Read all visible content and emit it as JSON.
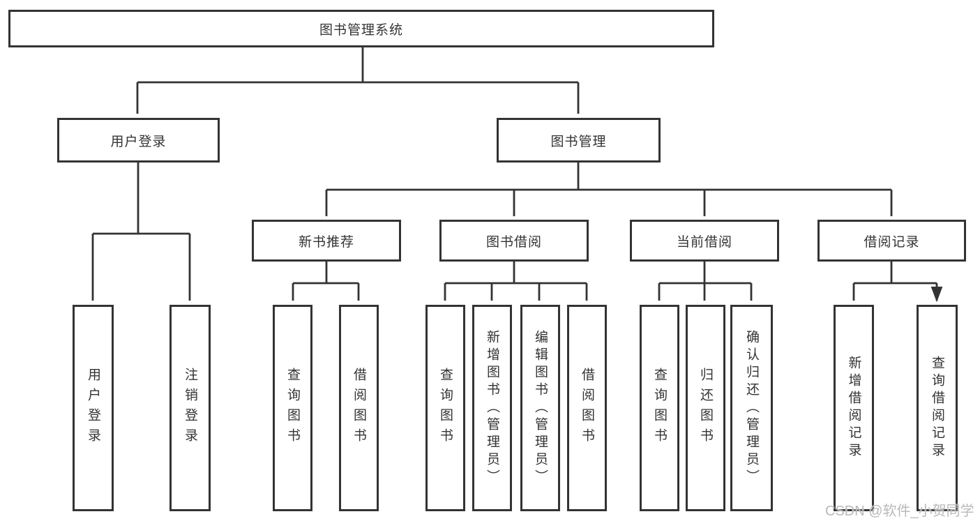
{
  "tree": {
    "root": {
      "label": "图书管理系统"
    },
    "branches": [
      {
        "label": "用户登录",
        "children": [
          {
            "label": "用户登录"
          },
          {
            "label": "注销登录"
          }
        ]
      },
      {
        "label": "图书管理",
        "children": [
          {
            "label": "新书推荐",
            "children": [
              {
                "label": "查询图书"
              },
              {
                "label": "借阅图书"
              }
            ]
          },
          {
            "label": "图书借阅",
            "children": [
              {
                "label": "查询图书"
              },
              {
                "label": "新增图书（管理员）"
              },
              {
                "label": "编辑图书（管理员）"
              },
              {
                "label": "借阅图书"
              }
            ]
          },
          {
            "label": "当前借阅",
            "children": [
              {
                "label": "查询图书"
              },
              {
                "label": "归还图书"
              },
              {
                "label": "确认归还（管理员）"
              }
            ]
          },
          {
            "label": "借阅记录",
            "children": [
              {
                "label": "新增借阅记录"
              },
              {
                "label": "查询借阅记录"
              }
            ]
          }
        ]
      }
    ]
  },
  "watermark": {
    "text": "CSDN @软件_小贺同学"
  },
  "colors": {
    "line": "#333333",
    "text": "#333333",
    "background": "#ffffff",
    "watermark": "#b9b9b9"
  }
}
